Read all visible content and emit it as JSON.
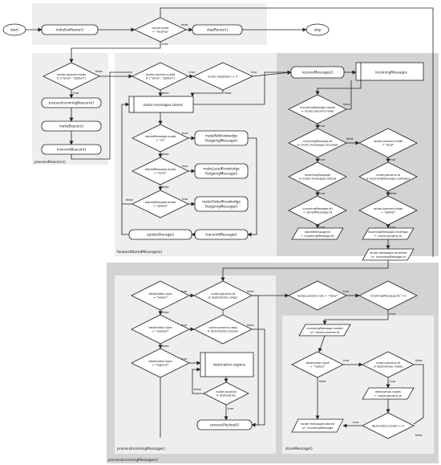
{
  "panels": {
    "router": "",
    "process_beacons": "processBeacons()",
    "forward_stored": "forwardStoredMessages()",
    "process_incoming": "processIncomingMessages()",
    "process_incoming_inner": "processIncomingMessage()",
    "store_message": "storeMessage()"
  },
  "nodes": {
    "start": "start",
    "stop": "stop",
    "initialize_router": "initializeRouter()",
    "router_state_1": "router.state",
    "router_state_2": "= \"routing\"",
    "stop_router": "stopRouter()",
    "pb_mode_1": "router.params.mode",
    "pb_mode_2": "∈ {\"local\", \"global\"}",
    "process_incoming_beacons": "processIncomingBeacons()",
    "make_beacon": "makeBeacon()",
    "transmit_beacon": "transmitBeacon()",
    "fs_mode_1": "router.params.mode",
    "fs_mode_2": "∈ {\"local\", \"global\"}",
    "neighbors_1": "router.neighbors = ∅",
    "messages_stored": "router.messages.stored",
    "stored_no_1": "storedMessage.mode",
    "stored_no_2": "= \"no\"",
    "make_no_1": "makeNoKnowledge",
    "make_no_2": "OutgoingMessage()",
    "stored_local_1": "storedMessage.mode",
    "stored_local_2": "= \"local\"",
    "make_local_1": "makeLocalKnowledge",
    "make_local_2": "OutgoingMessage()",
    "stored_global_1": "storedMessage.mode",
    "stored_global_2": "= \"global\"",
    "make_global_1": "makeGlobalKnowledge",
    "make_global_2": "OutgoingMessage()",
    "update_storage": "updateStorage()",
    "transmit_message": "transmitMessage()",
    "receive_messages": "receiveMessages()",
    "incoming_messages": "incomingMessages",
    "im_mode_1": "incomingMessage.mode",
    "im_mode_2": "= router.params.mode",
    "im_id_recv_1": "incomingMessage.id",
    "im_id_recv_2": "∈ router.messages.received",
    "im_id_stored_1": "incomingMessage",
    "im_id_stored_2": "∈ router.messages.stored",
    "im_ttl_1": "incomingMessage.ttl",
    "im_ttl_2": "< storedMessage.ttl",
    "assign_ttl_1": "storedMessage.ttl",
    "assign_ttl_2": "← incomingMessage.ttl",
    "rp_mode_local_1": "router.params.mode",
    "rp_mode_local_2": "= \"local\"",
    "rp_id_nexthops_1": "router.params.id",
    "rp_id_nexthops_2": "∈ incomingMessage.nextHops",
    "rp_mode_global_1": "router.params.mode",
    "rp_mode_global_2": "= \"global\"",
    "assign_nexthops_1": "incomingMessage.nextHops",
    "assign_nexthops_2": "← router.params.id",
    "recv_assign_1": "router.messages.received",
    "recv_assign_2": "∪← incomingMessage.id",
    "dest_nodes_1": "destination.type",
    "dest_nodes_2": "= \"nodes\"",
    "rp_id_dest_1": "router.params.id",
    "rp_id_dest_2": "∈ destination.nodes",
    "relay_1": "router.params.role = \"relay\"",
    "ttl_zero_1": "incomingMessage.ttl > 0",
    "dest_classes_1": "destination.type",
    "dest_classes_2": "= \"classes\"",
    "rp_class_1": "router.params.class",
    "rp_class_2": "∈ destination.classes",
    "dest_regions_1": "destination.type",
    "dest_regions_2": "= \"regions\"",
    "destination_regions": "destination.regions",
    "location_1": "router.location",
    "location_2": "∈ destination",
    "process_payload": "processPayload()",
    "visited_1": "incomingMessage.visited",
    "visited_2": "∪← router.params.id",
    "sm_dest_nodes_1": "destination.type",
    "sm_dest_nodes_2": "= \"nodes\"",
    "sm_rp_id_1": "router.params.id",
    "sm_rp_id_2": "∈ destination.nodes",
    "dest_nodes_assign_1": "destination.nodes",
    "dest_nodes_assign_2": "← router.params.id",
    "stored_assign_1": "router.messages.stored",
    "stored_assign_2": "∪← incomingMessage",
    "dest_empty_1": "destination.nodes ≠ ∅"
  },
  "edge_labels": {
    "true": "true",
    "false": "false"
  }
}
